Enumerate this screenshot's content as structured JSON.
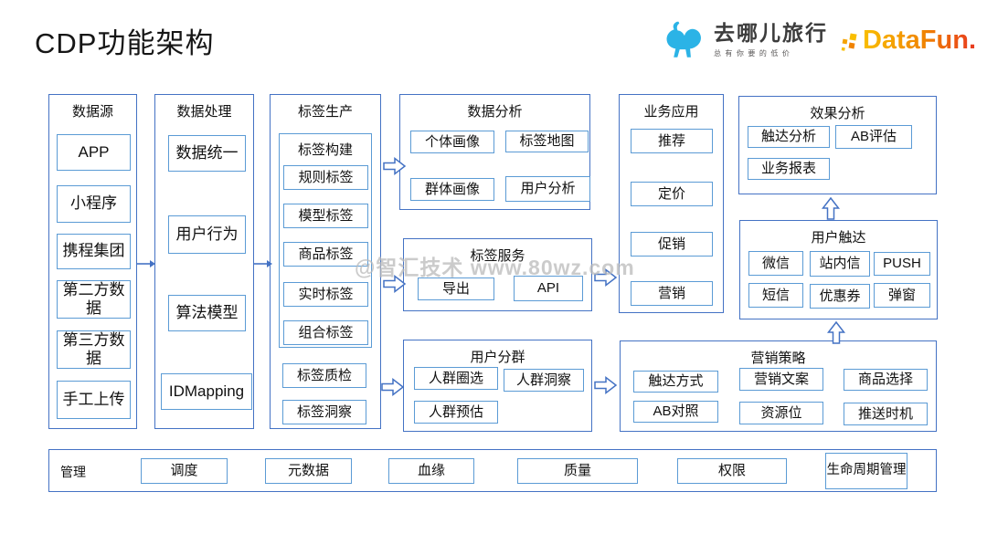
{
  "title": "CDP功能架构",
  "brand": {
    "qunar": {
      "name": "去哪儿旅行",
      "tagline": "总有你要的低价"
    },
    "datafun": {
      "name": "DataFun."
    }
  },
  "watermark": "@智汇技术 www.80wz.com",
  "diagram": {
    "datasource": {
      "title": "数据源",
      "items": [
        "APP",
        "小程序",
        "携程集团",
        "第二方数据",
        "第三方数据",
        "手工上传"
      ]
    },
    "processing": {
      "title": "数据处理",
      "items": [
        "数据统一",
        "用户行为",
        "算法模型",
        "IDMapping"
      ]
    },
    "tag_production": {
      "title": "标签生产",
      "build_group": {
        "title": "标签构建",
        "items": [
          "规则标签",
          "模型标签",
          "商品标签",
          "实时标签",
          "组合标签"
        ]
      },
      "items": [
        "标签质检",
        "标签洞察"
      ]
    },
    "data_analysis": {
      "title": "数据分析",
      "items": [
        "个体画像",
        "标签地图",
        "群体画像",
        "用户分析"
      ]
    },
    "tag_service": {
      "title": "标签服务",
      "items": [
        "导出",
        "API"
      ]
    },
    "user_segmentation": {
      "title": "用户分群",
      "items": [
        "人群圈选",
        "人群洞察",
        "人群预估"
      ]
    },
    "business_application": {
      "title": "业务应用",
      "items": [
        "推荐",
        "定价",
        "促销",
        "营销"
      ]
    },
    "effect_analysis": {
      "title": "效果分析",
      "items": [
        "触达分析",
        "AB评估",
        "业务报表"
      ]
    },
    "user_reach": {
      "title": "用户触达",
      "items": [
        "微信",
        "站内信",
        "PUSH",
        "短信",
        "优惠券",
        "弹窗"
      ]
    },
    "marketing_strategy": {
      "title": "营销策略",
      "items": [
        "触达方式",
        "营销文案",
        "商品选择",
        "AB对照",
        "资源位",
        "推送时机"
      ]
    },
    "management": {
      "title": "管理",
      "items": [
        "调度",
        "元数据",
        "血缘",
        "质量",
        "权限",
        "生命周期管理"
      ]
    }
  },
  "colors": {
    "panel_border": "#4472C4",
    "node_border": "#5B9BD5",
    "arrow": "#4472C4",
    "qunar_blue": "#2BB3E6",
    "datafun_orange": "#F08300",
    "watermark_gray": "#C9C9C9"
  }
}
